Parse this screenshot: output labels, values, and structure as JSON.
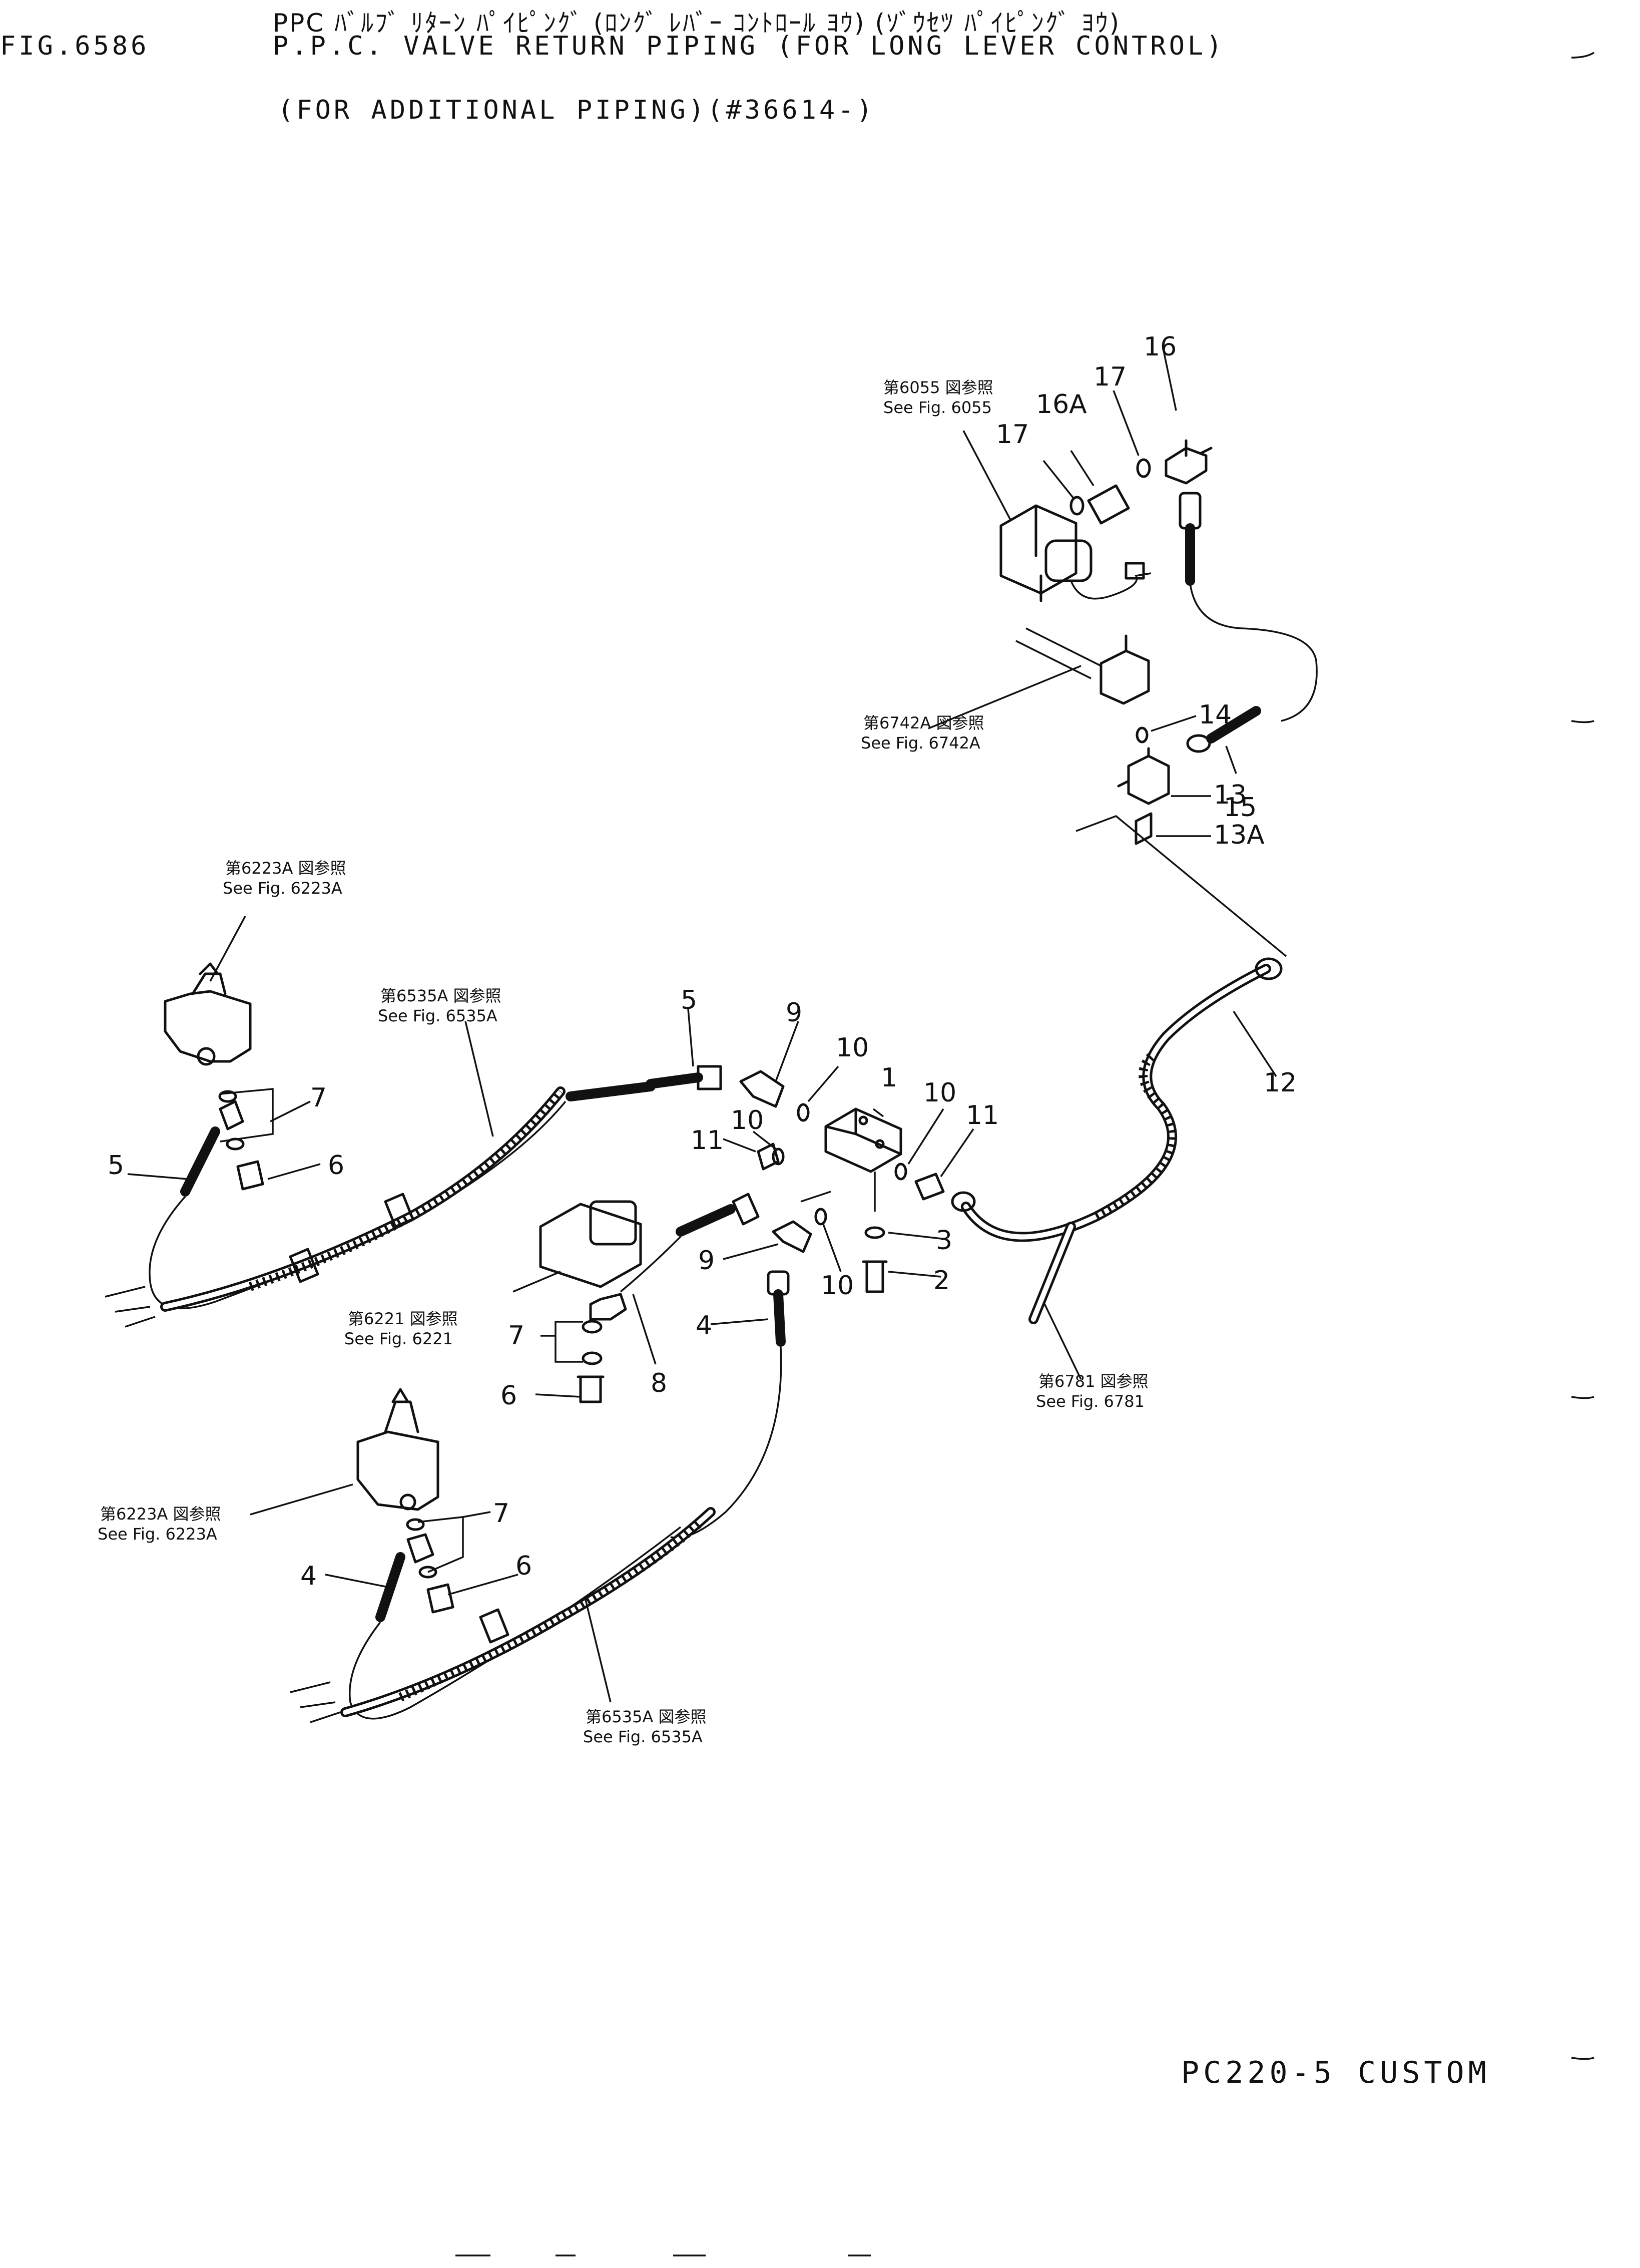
{
  "header": {
    "jp_title": "PPC ﾊﾞﾙﾌﾞ ﾘﾀｰﾝ ﾊﾟｲﾋﾟﾝｸﾞ (ﾛﾝｸﾞ ﾚﾊﾞｰ ｺﾝﾄﾛｰﾙ ﾖｳ) (ｿﾞｳｾﾂ ﾊﾟｲﾋﾟﾝｸﾞ ﾖｳ)",
    "fig_no": "FIG.6586",
    "en_title": "P.P.C. VALVE RETURN PIPING (FOR LONG LEVER CONTROL)",
    "en_subtitle": "(FOR ADDITIONAL PIPING)(#36614-)"
  },
  "references": {
    "fig6055_jp": "第6055 図参照",
    "fig6055_en": "See Fig. 6055",
    "fig6742a_jp": "第6742A 図参照",
    "fig6742a_en": "See Fig. 6742A",
    "fig6223a_top_jp": "第6223A 図参照",
    "fig6223a_top_en": "See Fig. 6223A",
    "fig6535a_top_jp": "第6535A 図参照",
    "fig6535a_top_en": "See Fig. 6535A",
    "fig6221_jp": "第6221 図参照",
    "fig6221_en": "See Fig. 6221",
    "fig6781_jp": "第6781 図参照",
    "fig6781_en": "See Fig. 6781",
    "fig6223a_bot_jp": "第6223A 図参照",
    "fig6223a_bot_en": "See Fig. 6223A",
    "fig6535a_bot_jp": "第6535A 図参照",
    "fig6535a_bot_en": "See Fig. 6535A"
  },
  "callouts": {
    "p16": "16",
    "p17a": "17",
    "p16a": "16A",
    "p17b": "17",
    "p14": "14",
    "p13": "13",
    "p15": "15",
    "p13a": "13A",
    "p5a": "5",
    "p9a": "9",
    "p10a": "10",
    "p1": "1",
    "p10b": "10",
    "p10c": "10",
    "p11a": "11",
    "p11b": "11",
    "p12": "12",
    "p3": "3",
    "p2": "2",
    "p9b": "9",
    "p10d": "10",
    "p4a": "4",
    "p7a": "7",
    "p5b": "5",
    "p6a": "6",
    "p7b": "7",
    "p6b": "6",
    "p8": "8",
    "p7c": "7",
    "p4b": "4",
    "p6c": "6"
  },
  "footer": {
    "model": "PC220-5 CUSTOM"
  }
}
